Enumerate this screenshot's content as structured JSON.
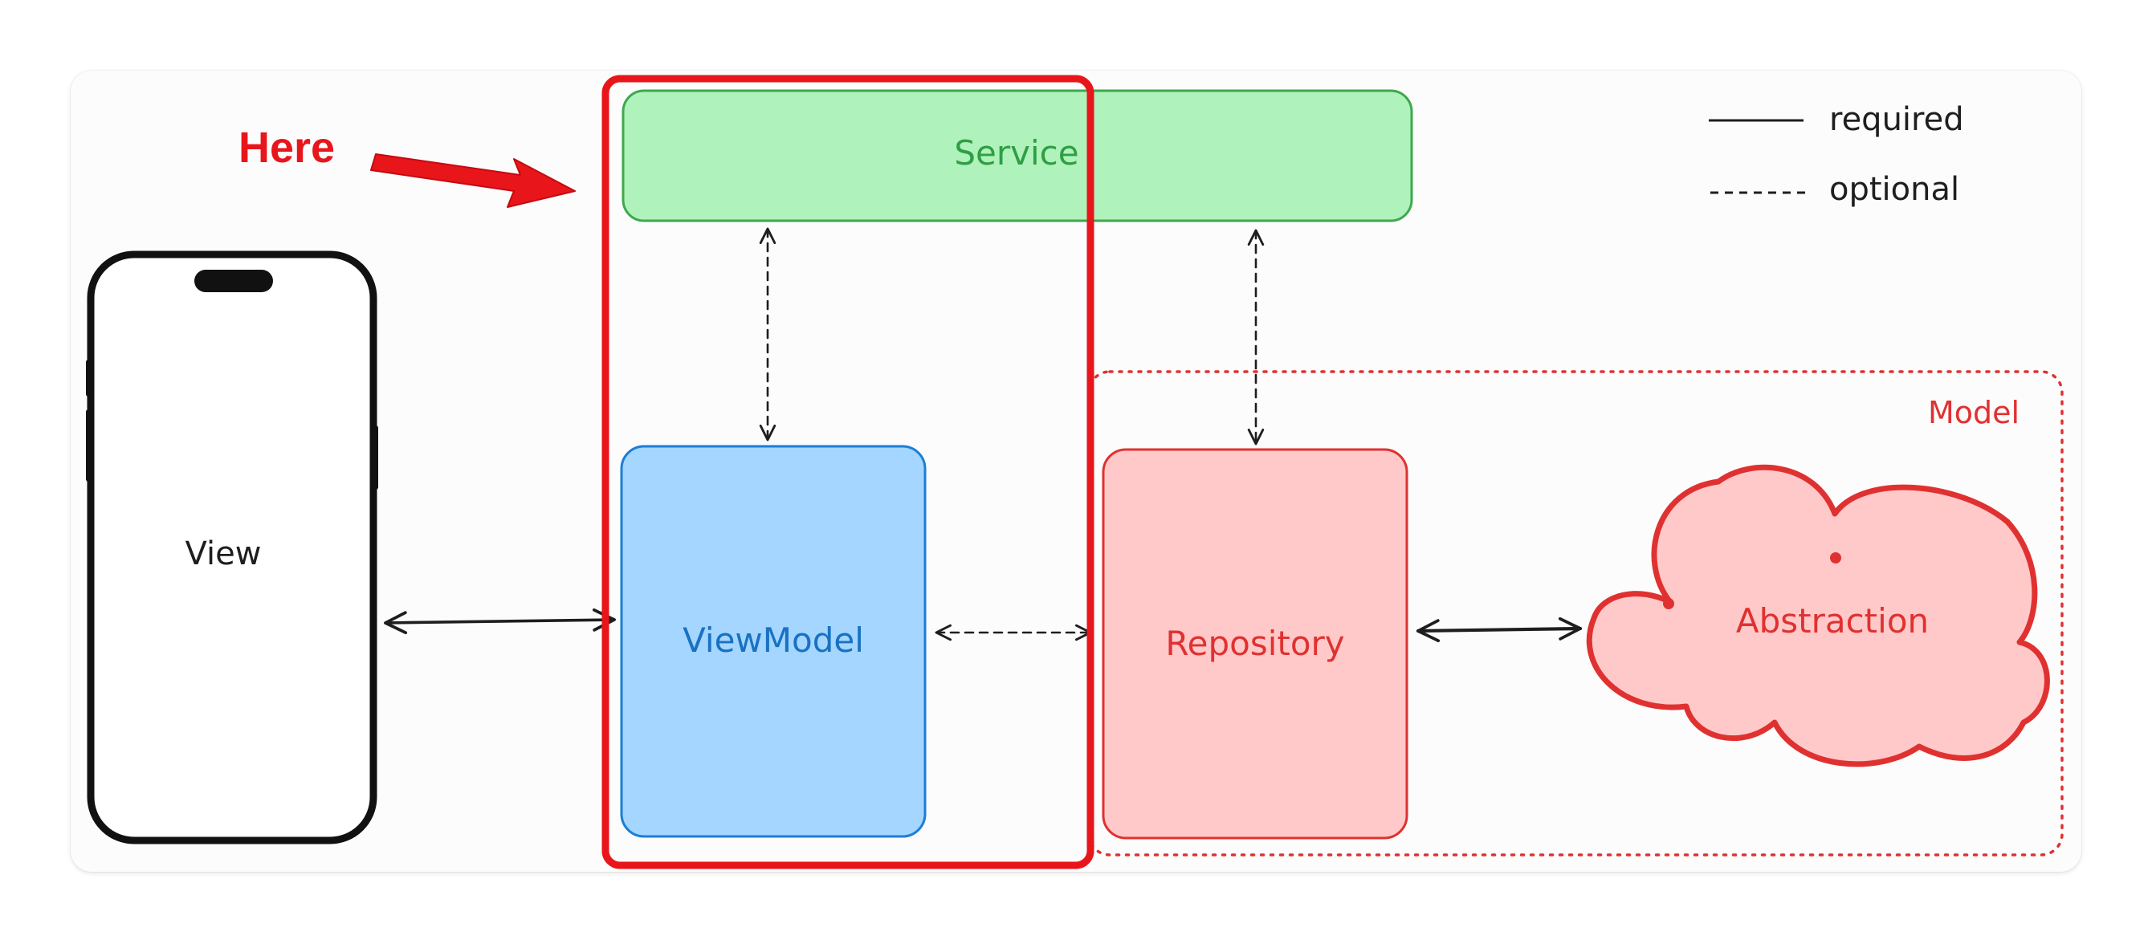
{
  "annotation": {
    "label": "Here",
    "color": "#e8151b"
  },
  "legend": {
    "required_label": "required",
    "optional_label": "optional"
  },
  "nodes": {
    "service": {
      "label": "Service",
      "fill": "#b0f2bb",
      "stroke": "#3fa84f",
      "text_color": "#2f9e44"
    },
    "view": {
      "label": "View"
    },
    "viewmodel": {
      "label": "ViewModel",
      "fill": "#a5d6ff",
      "stroke": "#1c7ed6",
      "text_color": "#1971c2"
    },
    "repository": {
      "label": "Repository",
      "fill": "#ffc9c9",
      "stroke": "#e03131",
      "text_color": "#e03131"
    },
    "abstraction": {
      "label": "Abstraction",
      "fill": "#ffc9c9",
      "stroke": "#e03131",
      "text_color": "#e03131"
    }
  },
  "groups": {
    "model": {
      "label": "Model",
      "color": "#e03131"
    }
  },
  "edges": [
    {
      "from": "view",
      "to": "viewmodel",
      "style": "required"
    },
    {
      "from": "viewmodel",
      "to": "repository",
      "style": "optional"
    },
    {
      "from": "service",
      "to": "viewmodel",
      "style": "optional"
    },
    {
      "from": "service",
      "to": "repository",
      "style": "optional"
    },
    {
      "from": "repository",
      "to": "abstraction",
      "style": "required"
    }
  ]
}
